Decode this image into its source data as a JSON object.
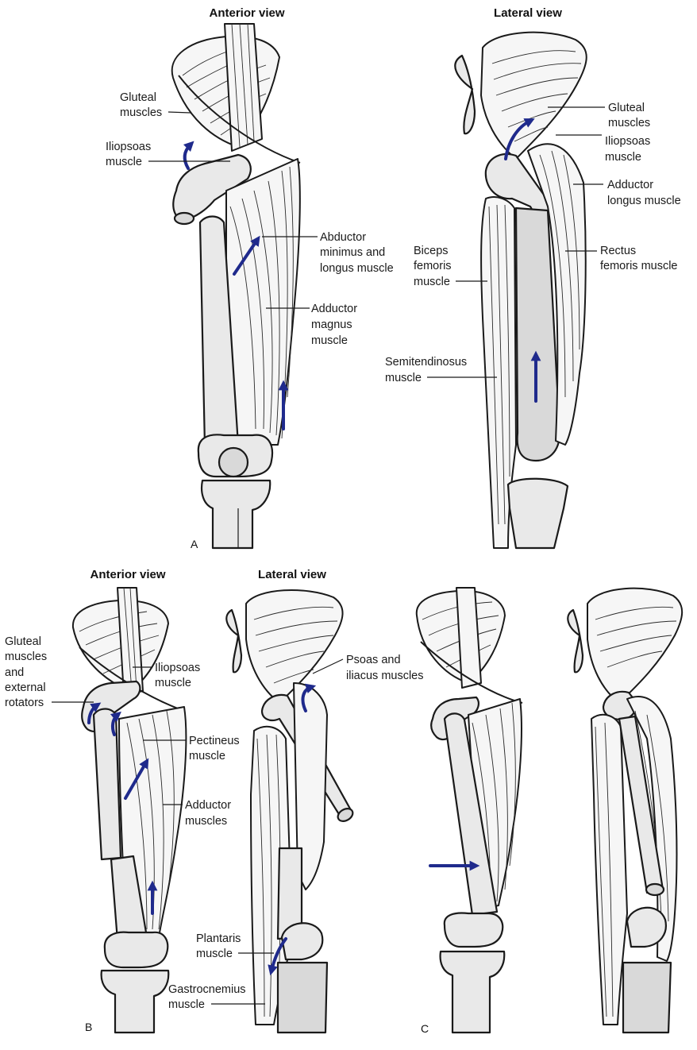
{
  "panelA": {
    "letter": "A",
    "anterior": {
      "heading": "Anterior view",
      "labels": {
        "gluteal_1": "Gluteal",
        "gluteal_2": "muscles",
        "iliopsoas_1": "Iliopsoas",
        "iliopsoas_2": "muscle",
        "abductor_1": "Abductor",
        "abductor_2": "minimus and",
        "abductor_3": "longus muscle",
        "magnus_1": "Adductor",
        "magnus_2": "magnus",
        "magnus_3": "muscle"
      }
    },
    "lateral": {
      "heading": "Lateral view",
      "labels": {
        "gluteal_1": "Gluteal",
        "gluteal_2": "muscles",
        "iliopsoas_1": "Iliopsoas",
        "iliopsoas_2": "muscle",
        "adductor_1": "Adductor",
        "adductor_2": "longus muscle",
        "rectus_1": "Rectus",
        "rectus_2": "femoris muscle",
        "biceps_1": "Biceps",
        "biceps_2": "femoris",
        "biceps_3": "muscle",
        "semi_1": "Semitendinosus",
        "semi_2": "muscle"
      }
    }
  },
  "panelB": {
    "letter": "B",
    "anterior": {
      "heading": "Anterior view",
      "labels": {
        "gluteal_1": "Gluteal",
        "gluteal_2": "muscles",
        "gluteal_3": "and",
        "gluteal_4": "external",
        "gluteal_5": "rotators",
        "iliopsoas_1": "Iliopsoas",
        "iliopsoas_2": "muscle",
        "pectineus_1": "Pectineus",
        "pectineus_2": "muscle",
        "adductor_1": "Adductor",
        "adductor_2": "muscles"
      }
    },
    "lateral": {
      "heading": "Lateral view",
      "labels": {
        "psoas_1": "Psoas and",
        "psoas_2": "iliacus muscles",
        "plantaris_1": "Plantaris",
        "plantaris_2": "muscle",
        "gastro_1": "Gastrocnemius",
        "gastro_2": "muscle"
      }
    }
  },
  "panelC": {
    "letter": "C"
  },
  "colors": {
    "arrow": "#1f2a8c",
    "bone": "#e9e9e9",
    "outline": "#1a1a1a"
  }
}
